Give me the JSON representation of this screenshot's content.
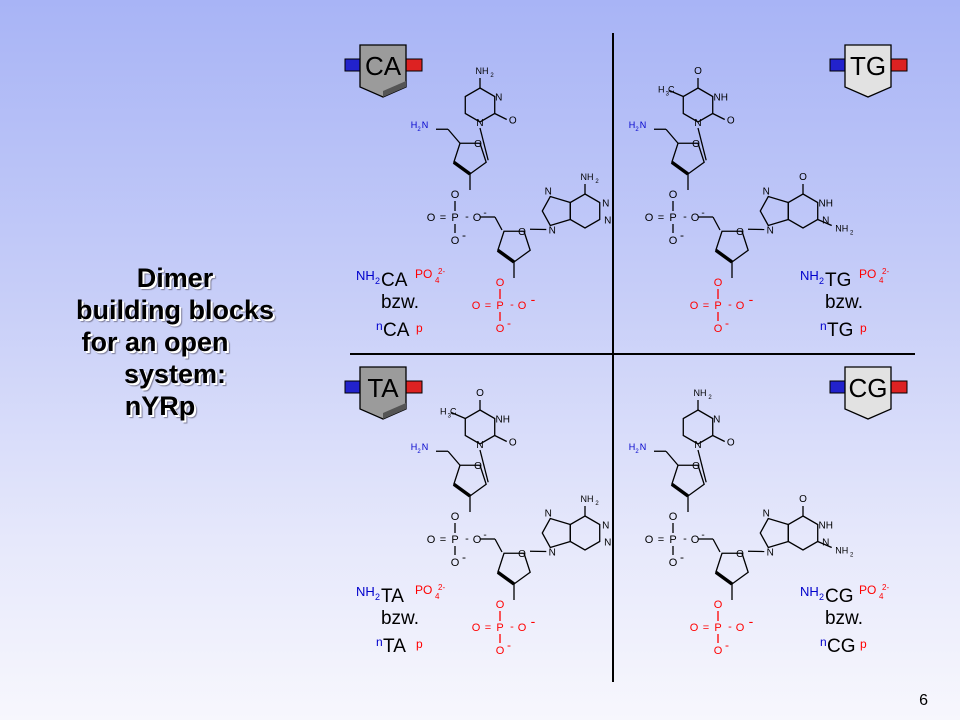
{
  "title_lines": [
    "Dimer",
    "building blocks",
    "for an open",
    "system:",
    "nYRp"
  ],
  "page_number": "6",
  "colors": {
    "nitrogen": "#0000cc",
    "oxygen": "#ff0000",
    "bond": "#000000",
    "tag_left": "#2222cc",
    "tag_right": "#dd2222",
    "tag_gray": "#a8a8a8"
  },
  "quadrants": [
    {
      "tag": "CA",
      "tag_style": "dark",
      "seq": "CA",
      "amine_base": "NH",
      "amine_sub": "2",
      "phosphate": "PO",
      "phosphate_sub": "4",
      "phosphate_sup": "2-",
      "alt": "bzw.",
      "short_prefix": "n",
      "short_suffix": "p",
      "top_base": "cytosine",
      "bottom_base": "adenine",
      "labels": {
        "top_sub": "NH",
        "top_sub2": "2",
        "bot_sub": "NH",
        "bot_sub2": "2",
        "amine5": "H",
        "amine5b": "N",
        "amine5_sub": "2"
      }
    },
    {
      "tag": "TG",
      "tag_style": "light",
      "seq": "TG",
      "amine_base": "NH",
      "amine_sub": "2",
      "phosphate": "PO",
      "phosphate_sub": "4",
      "phosphate_sup": "2-",
      "alt": "bzw.",
      "short_prefix": "n",
      "short_suffix": "p",
      "top_base": "thymine",
      "bottom_base": "guanine",
      "labels": {
        "top_sub": "O",
        "top_sub2": "",
        "bot_sub": "O",
        "bot_sub2": "",
        "amine5": "H",
        "amine5b": "N",
        "amine5_sub": "2"
      }
    },
    {
      "tag": "TA",
      "tag_style": "dark",
      "seq": "TA",
      "amine_base": "NH",
      "amine_sub": "2",
      "phosphate": "PO",
      "phosphate_sub": "4",
      "phosphate_sup": "2-",
      "alt": "bzw.",
      "short_prefix": "n",
      "short_suffix": "p",
      "top_base": "thymine",
      "bottom_base": "adenine",
      "labels": {
        "top_sub": "O",
        "top_sub2": "",
        "bot_sub": "NH",
        "bot_sub2": "2",
        "amine5": "H",
        "amine5b": "N",
        "amine5_sub": "2"
      }
    },
    {
      "tag": "CG",
      "tag_style": "light",
      "seq": "CG",
      "amine_base": "NH",
      "amine_sub": "2",
      "phosphate": "PO",
      "phosphate_sub": "4",
      "phosphate_sup": "2-",
      "alt": "bzw.",
      "short_prefix": "n",
      "short_suffix": "p",
      "top_base": "cytosine",
      "bottom_base": "guanine",
      "labels": {
        "top_sub": "NH",
        "top_sub2": "2",
        "bot_sub": "O",
        "bot_sub2": "",
        "amine5": "H",
        "amine5b": "N",
        "amine5_sub": "2"
      }
    }
  ],
  "atom_text": {
    "N": "N",
    "NH": "NH",
    "O": "O",
    "P": "P",
    "H3C": "H",
    "C": "C",
    "sub3": "3",
    "sub2": "2",
    "minus": "-",
    "eq": "="
  }
}
